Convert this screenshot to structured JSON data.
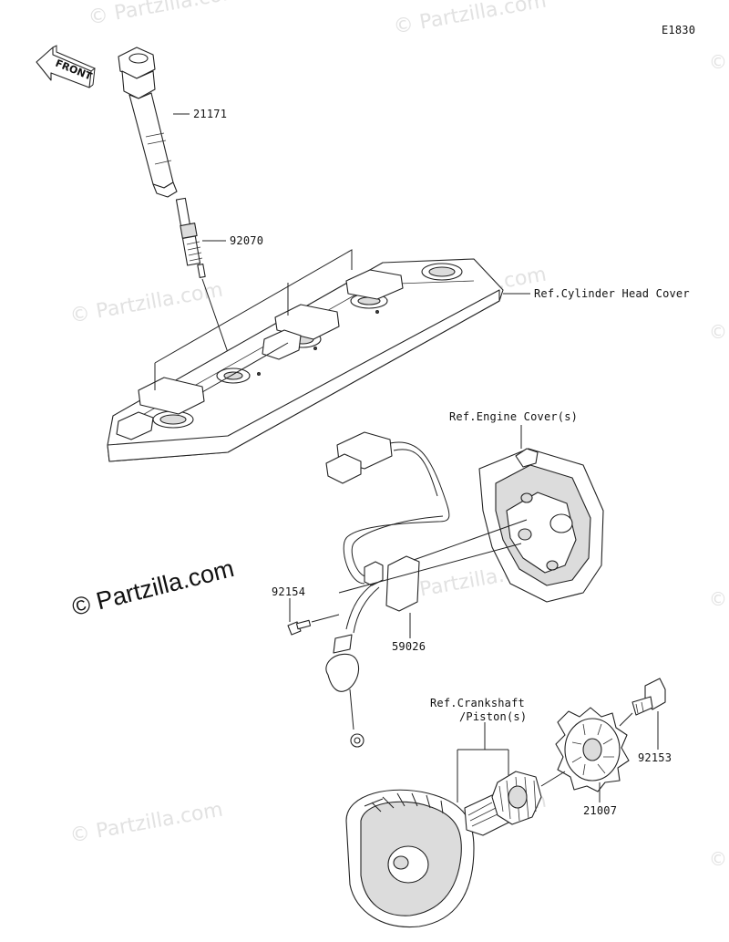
{
  "diagram_code": "E1830",
  "front_label": "FRONT",
  "watermark": {
    "text": "© Partzilla.com",
    "edge_symbol": "©"
  },
  "parts": [
    {
      "id": "21171",
      "label": "21171"
    },
    {
      "id": "92070",
      "label": "92070"
    },
    {
      "id": "92154",
      "label": "92154"
    },
    {
      "id": "59026",
      "label": "59026"
    },
    {
      "id": "92153",
      "label": "92153"
    },
    {
      "id": "21007",
      "label": "21007"
    }
  ],
  "references": {
    "cylinder_head_cover": "Ref.Cylinder Head Cover",
    "engine_cover": "Ref.Engine Cover(s)",
    "crankshaft_line1": "Ref.Crankshaft",
    "crankshaft_line2": "/Piston(s)"
  },
  "colors": {
    "ink": "#222222",
    "watermark": "#e2e2e2",
    "background": "#ffffff"
  }
}
